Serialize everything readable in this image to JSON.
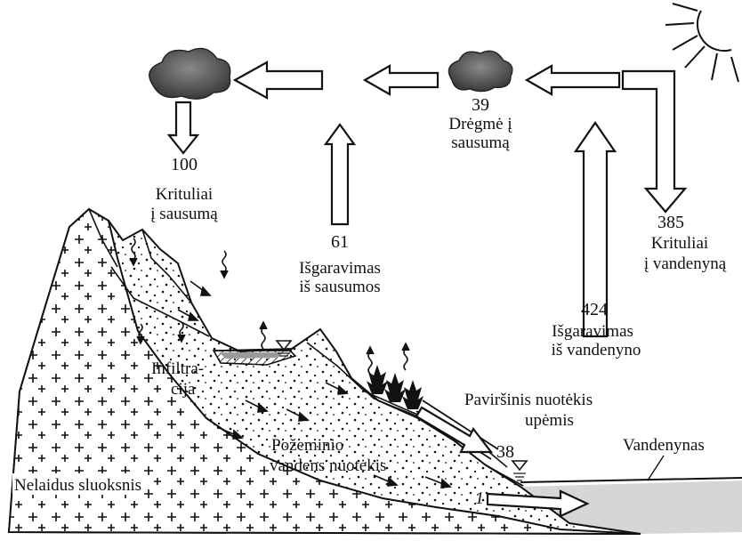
{
  "labels": {
    "precip_land_value": "100",
    "precip_land_line1": "Krituliai",
    "precip_land_line2": "į sausumą",
    "moisture_value": "39",
    "moisture_line1": "Drėgmė į",
    "moisture_line2": "sausumą",
    "evap_land_value": "61",
    "evap_land_line1": "Išgaravimas",
    "evap_land_line2": "iš sausumos",
    "precip_ocean_value": "385",
    "precip_ocean_line1": "Krituliai",
    "precip_ocean_line2": "į vandenyną",
    "evap_ocean_value": "424",
    "evap_ocean_line1": "Išgaravimas",
    "evap_ocean_line2": "iš vandenyno",
    "infiltration_line1": "Infiltra-",
    "infiltration_line2": "cija",
    "surface_runoff_line1": "Paviršinis nuotėkis",
    "surface_runoff_line2": "upėmis",
    "surface_runoff_value": "38",
    "groundwater_line1": "Požeminio",
    "groundwater_line2": "vandens nuotėkis",
    "groundwater_value": "1",
    "ocean_label": "Vandenynas",
    "impermeable_layer": "Nelaidus sluoksnis"
  },
  "icons": [
    "sun-icon",
    "cloud-icon",
    "tree-icon",
    "water-level-icon",
    "evaporation-icon",
    "rain-icon"
  ],
  "colors": {
    "ink": "#111111",
    "cloud": "#555555",
    "ocean": "#d4d4d4",
    "lake": "#9a9a9a",
    "background": "#ffffff"
  }
}
